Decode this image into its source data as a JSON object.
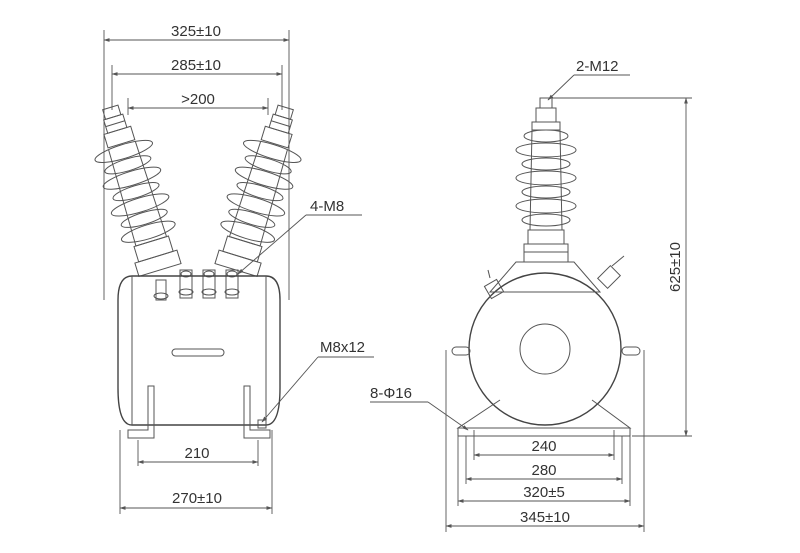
{
  "front_view": {
    "dim_top_overall": "325±10",
    "dim_terminal_span": "285±10",
    "dim_min_clearance": ">200",
    "label_secondary_terminals": "4-M8",
    "label_ground_bolt": "M8x12",
    "dim_foot_spacing": "210",
    "dim_base_width": "270±10"
  },
  "side_view": {
    "label_primary_terminal": "2-M12",
    "dim_height": "625±10",
    "label_mount_holes": "8-Φ16",
    "dim_hole_spacing": "240",
    "dim_base_280": "280",
    "dim_base_320": "320±5",
    "dim_base_345": "345±10"
  },
  "colors": {
    "line": "#555555",
    "text": "#333333",
    "background": "#ffffff"
  }
}
